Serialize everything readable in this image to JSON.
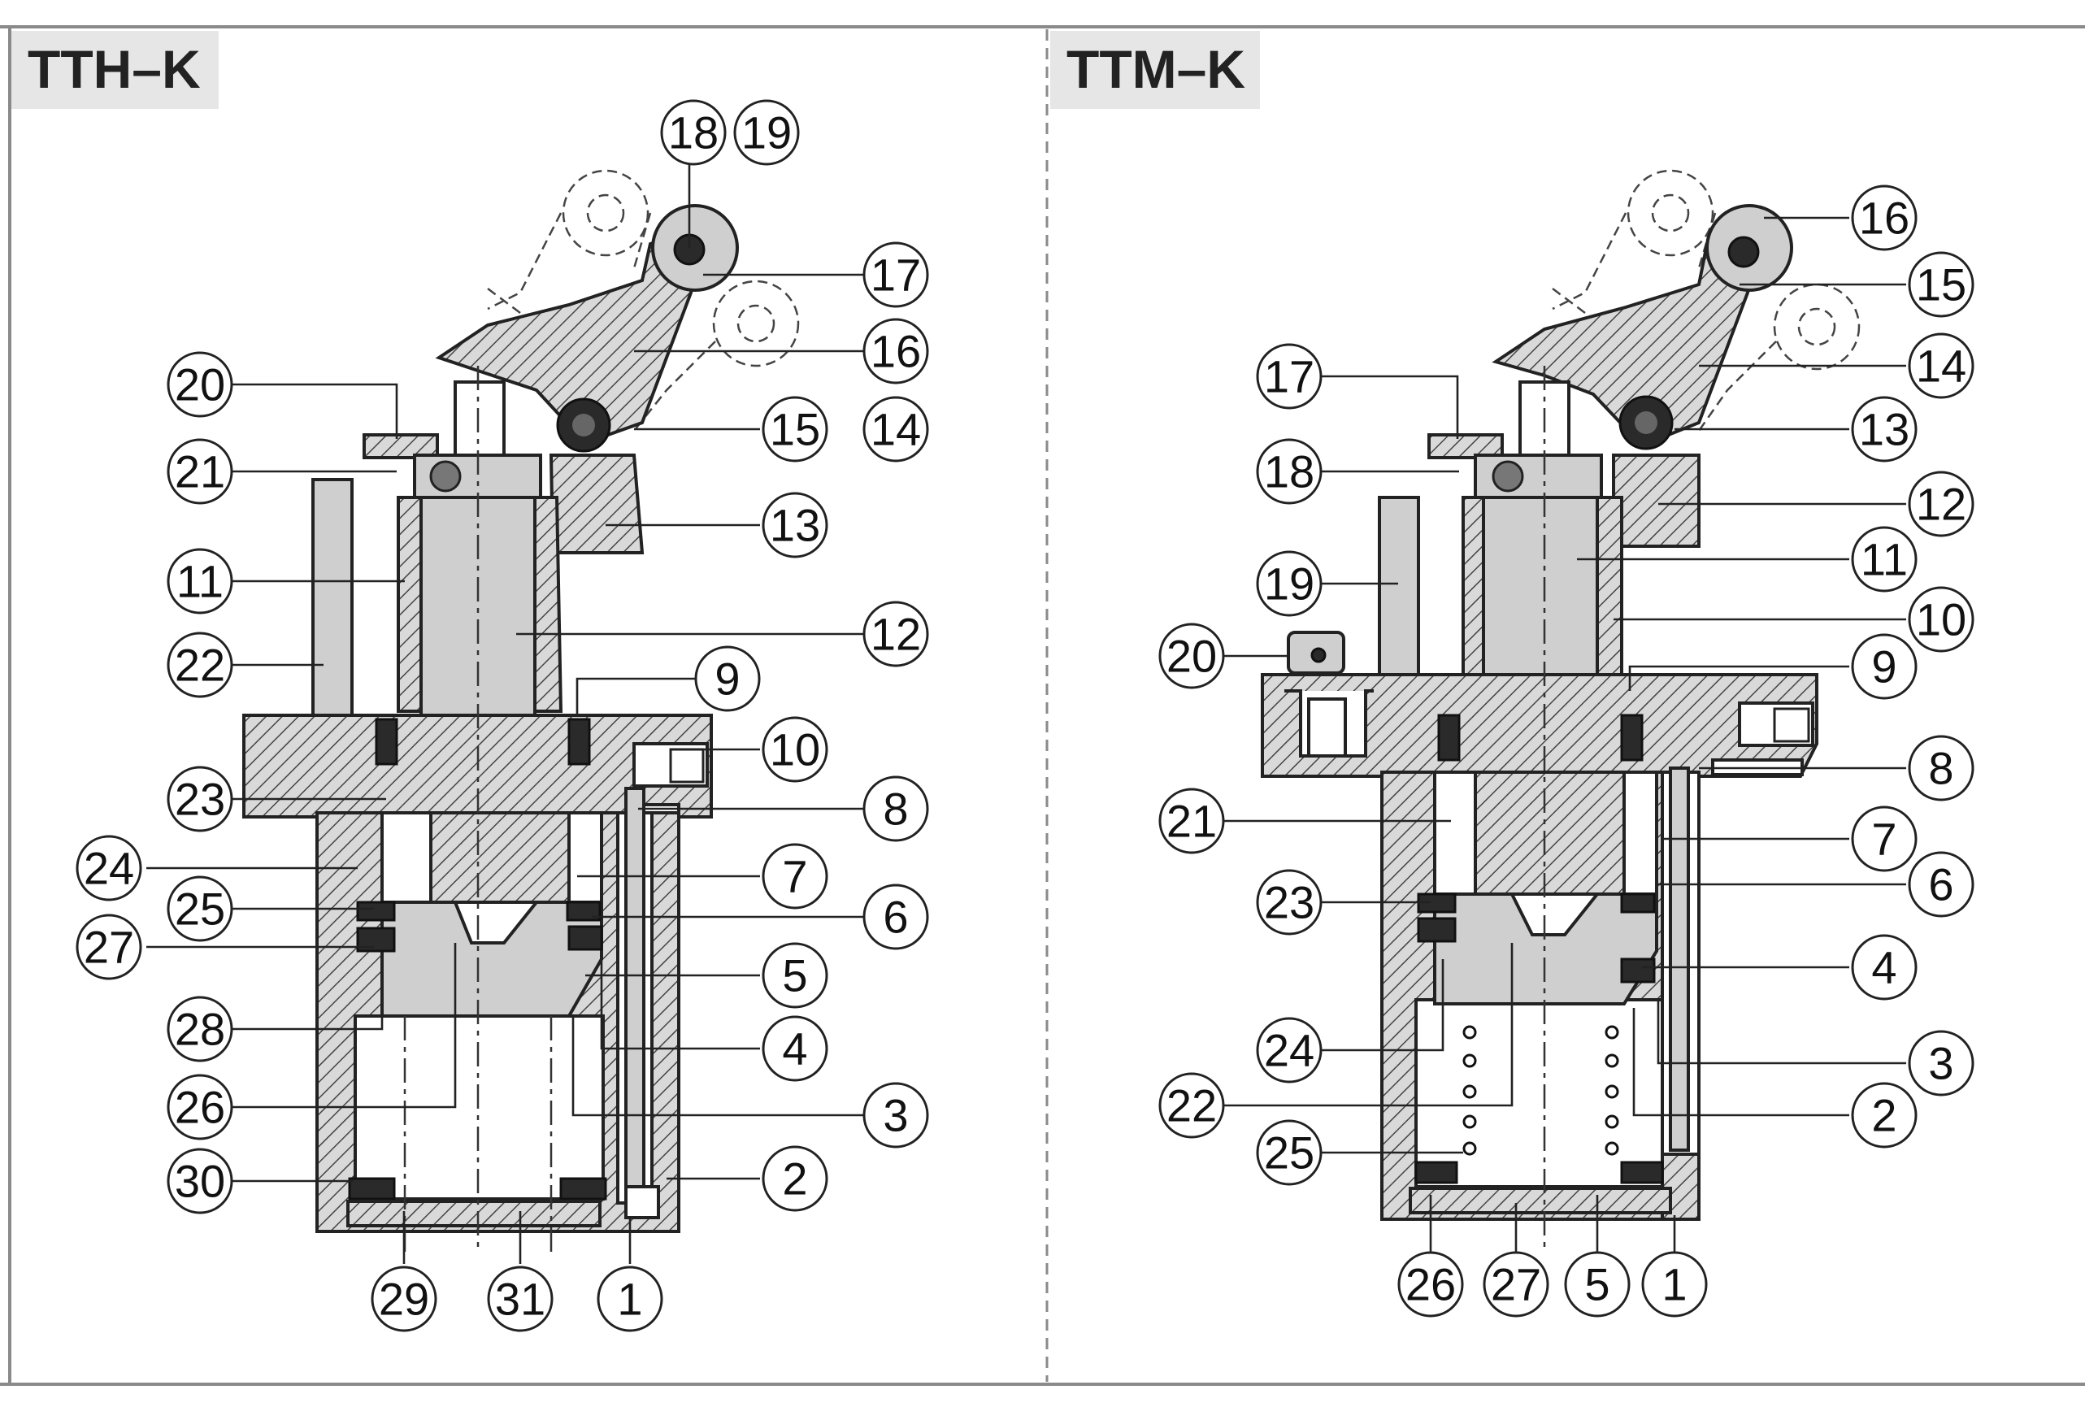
{
  "panels": [
    {
      "id": "left",
      "model": "TTH–K",
      "callouts": [
        {
          "n": "18"
        },
        {
          "n": "19"
        },
        {
          "n": "17"
        },
        {
          "n": "16"
        },
        {
          "n": "15"
        },
        {
          "n": "14"
        },
        {
          "n": "13"
        },
        {
          "n": "12"
        },
        {
          "n": "9"
        },
        {
          "n": "10"
        },
        {
          "n": "8"
        },
        {
          "n": "7"
        },
        {
          "n": "6"
        },
        {
          "n": "5"
        },
        {
          "n": "4"
        },
        {
          "n": "3"
        },
        {
          "n": "2"
        },
        {
          "n": "1"
        },
        {
          "n": "31"
        },
        {
          "n": "29"
        },
        {
          "n": "30"
        },
        {
          "n": "26"
        },
        {
          "n": "28"
        },
        {
          "n": "27"
        },
        {
          "n": "25"
        },
        {
          "n": "24"
        },
        {
          "n": "23"
        },
        {
          "n": "22"
        },
        {
          "n": "11"
        },
        {
          "n": "21"
        },
        {
          "n": "20"
        }
      ]
    },
    {
      "id": "right",
      "model": "TTM–K",
      "callouts": [
        {
          "n": "16"
        },
        {
          "n": "15"
        },
        {
          "n": "14"
        },
        {
          "n": "13"
        },
        {
          "n": "12"
        },
        {
          "n": "11"
        },
        {
          "n": "10"
        },
        {
          "n": "9"
        },
        {
          "n": "8"
        },
        {
          "n": "7"
        },
        {
          "n": "6"
        },
        {
          "n": "4"
        },
        {
          "n": "3"
        },
        {
          "n": "2"
        },
        {
          "n": "1"
        },
        {
          "n": "5"
        },
        {
          "n": "27"
        },
        {
          "n": "26"
        },
        {
          "n": "25"
        },
        {
          "n": "22"
        },
        {
          "n": "24"
        },
        {
          "n": "23"
        },
        {
          "n": "21"
        },
        {
          "n": "20"
        },
        {
          "n": "19"
        },
        {
          "n": "18"
        },
        {
          "n": "17"
        }
      ]
    }
  ]
}
